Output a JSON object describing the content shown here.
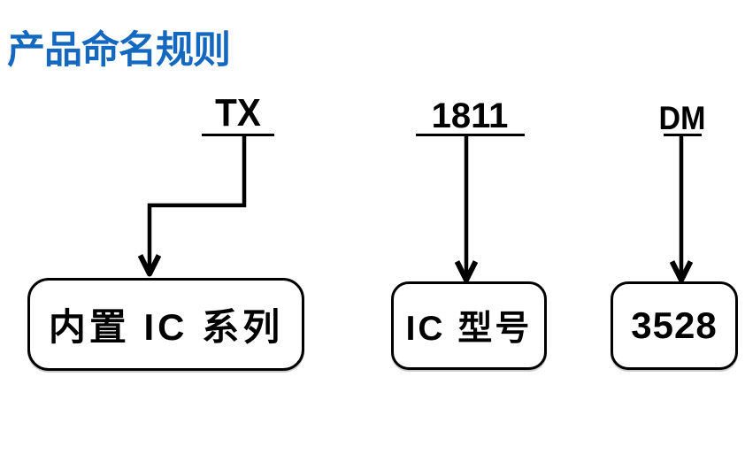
{
  "title": {
    "text": "产品命名规则",
    "color": "#1568C0"
  },
  "diagram": {
    "stroke_color": "#000000",
    "columns": [
      {
        "code": "TX",
        "box_label": "内置 IC 系列",
        "arrow": "elbow-down-left"
      },
      {
        "code": "1811",
        "box_label": "IC 型号",
        "arrow": "straight-down"
      },
      {
        "code": "DM",
        "box_label": "3528",
        "arrow": "straight-down"
      }
    ]
  }
}
